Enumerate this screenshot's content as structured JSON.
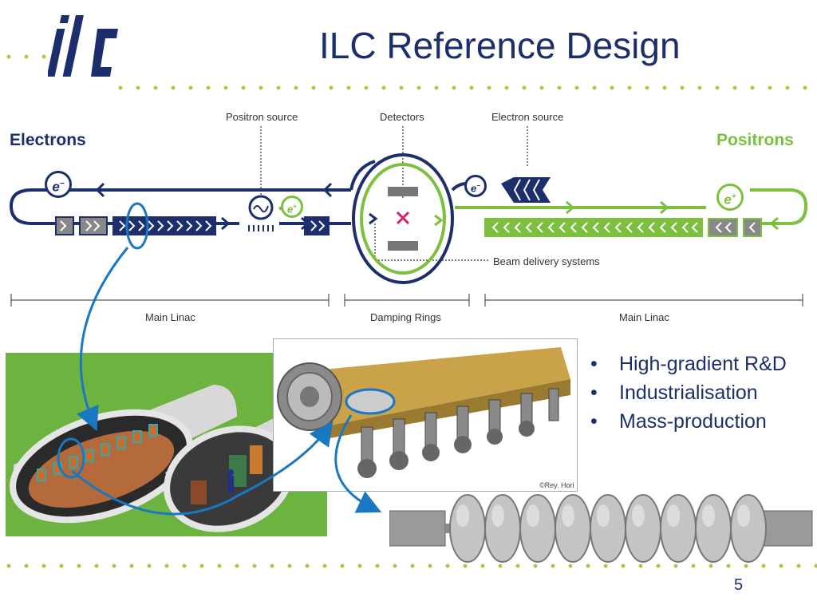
{
  "slide": {
    "logo_text": "ilc",
    "title": "ILC Reference Design",
    "page_number": "5"
  },
  "diagram": {
    "left_label": "Electrons",
    "right_label": "Positrons",
    "top_labels": [
      "Positron source",
      "Detectors",
      "Electron source"
    ],
    "beam_delivery_label": "Beam delivery systems",
    "section_labels": [
      "Main Linac",
      "Damping Rings",
      "Main Linac"
    ],
    "badges": {
      "electron": "e",
      "electron_sign": "−",
      "positron": "e",
      "positron_sign": "+"
    }
  },
  "photo_credit": "©Rey. Hori",
  "bullets": [
    "High-gradient R&D",
    "Industrialisation",
    "Mass-production"
  ],
  "colors": {
    "navy": "#1c2e6b",
    "green": "#7dbf3f",
    "accent_blue": "#1a78c2",
    "dots": "#a8c93a"
  },
  "icons": [
    "ilc-logo",
    "electron-badge-icon",
    "positron-badge-icon",
    "collision-x-icon",
    "tunnel-illustration",
    "cryomodule-photo",
    "cavity-photo"
  ]
}
